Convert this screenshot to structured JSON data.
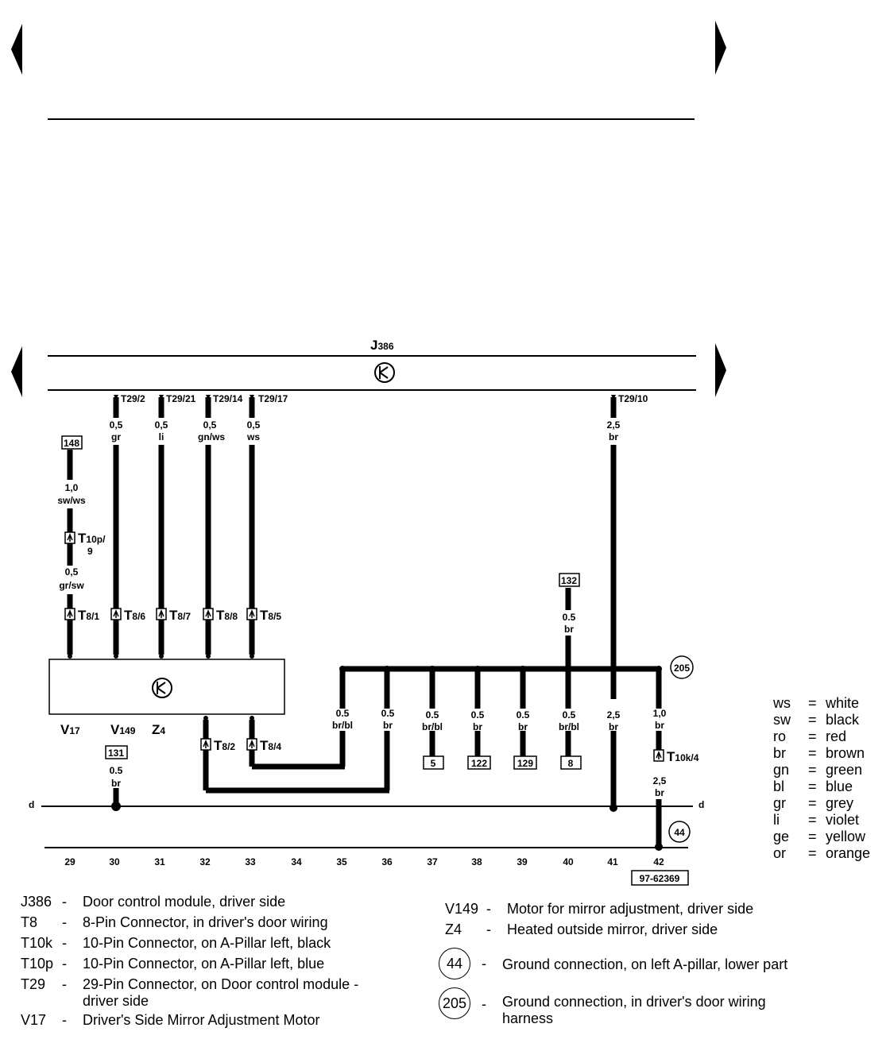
{
  "module": {
    "name": "J",
    "sub": "386"
  },
  "module_pins": [
    "T29/2",
    "T29/21",
    "T29/14",
    "T29/17",
    "T29/10"
  ],
  "wires": {
    "w30": [
      "0,5",
      "gr"
    ],
    "w31": [
      "0,5",
      "li"
    ],
    "w32": [
      "0,5",
      "gn/ws"
    ],
    "w33": [
      "0,5",
      "ws"
    ],
    "w41top": [
      "2,5",
      "br"
    ],
    "w29a": [
      "1,0",
      "sw/ws"
    ],
    "w29b": [
      "0,5",
      "gr/sw"
    ],
    "w40top": [
      "0.5",
      "br"
    ],
    "w35": [
      "0.5",
      "br/bl"
    ],
    "w36": [
      "0.5",
      "br"
    ],
    "w37": [
      "0.5",
      "br/bl"
    ],
    "w38": [
      "0.5",
      "br"
    ],
    "w39": [
      "0.5",
      "br"
    ],
    "w40": [
      "0.5",
      "br/bl"
    ],
    "w41": [
      "2,5",
      "br"
    ],
    "w42a": [
      "1,0",
      "br"
    ],
    "w42b": [
      "2,5",
      "br"
    ],
    "w30low": [
      "0.5",
      "br"
    ]
  },
  "connectors": {
    "t10p": {
      "main": "T",
      "sub": "10p/",
      "sub2": "9"
    },
    "t8_1": {
      "main": "T",
      "sub": "8/1"
    },
    "t8_6": {
      "main": "T",
      "sub": "8/6"
    },
    "t8_7": {
      "main": "T",
      "sub": "8/7"
    },
    "t8_8": {
      "main": "T",
      "sub": "8/8"
    },
    "t8_5": {
      "main": "T",
      "sub": "8/5"
    },
    "t8_2": {
      "main": "T",
      "sub": "8/2"
    },
    "t8_4": {
      "main": "T",
      "sub": "8/4"
    },
    "t10k": {
      "main": "T",
      "sub": "10k/4"
    }
  },
  "refs": {
    "r148": "148",
    "r132": "132",
    "r131": "131",
    "r5": "5",
    "r122": "122",
    "r129": "129",
    "r8": "8"
  },
  "grounds": {
    "g205": "205",
    "g44": "44"
  },
  "components": [
    {
      "main": "V",
      "sub": "17"
    },
    {
      "main": "V",
      "sub": "149"
    },
    {
      "main": "Z",
      "sub": "4"
    }
  ],
  "rail_label": "d",
  "track_numbers": [
    "29",
    "30",
    "31",
    "32",
    "33",
    "34",
    "35",
    "36",
    "37",
    "38",
    "39",
    "40",
    "41",
    "42"
  ],
  "diagram_id": "97-62369",
  "color_legend": [
    {
      "code": "ws",
      "color": "white"
    },
    {
      "code": "sw",
      "color": "black"
    },
    {
      "code": "ro",
      "color": "red"
    },
    {
      "code": "br",
      "color": "brown"
    },
    {
      "code": "gn",
      "color": "green"
    },
    {
      "code": "bl",
      "color": "blue"
    },
    {
      "code": "gr",
      "color": "grey"
    },
    {
      "code": "li",
      "color": "violet"
    },
    {
      "code": "ge",
      "color": "yellow"
    },
    {
      "code": "or",
      "color": "orange"
    }
  ],
  "key_left": [
    {
      "code": "J386",
      "desc": "Door control module, driver side"
    },
    {
      "code": "T8",
      "desc": "8-Pin Connector, in driver's door wiring"
    },
    {
      "code": "T10k",
      "desc": "10-Pin Connector, on A-Pillar left, black"
    },
    {
      "code": "T10p",
      "desc": "10-Pin Connector, on A-Pillar left, blue"
    },
    {
      "code": "T29",
      "desc": "29-Pin Connector, on Door control module - driver side"
    },
    {
      "code": "V17",
      "desc": "Driver's Side Mirror Adjustment Motor"
    }
  ],
  "key_right": [
    {
      "code": "V149",
      "desc": "Motor for mirror adjustment, driver side"
    },
    {
      "code": "Z4",
      "desc": "Heated outside mirror, driver side"
    }
  ],
  "key_grounds": [
    {
      "code": "44",
      "desc": "Ground connection, on left A-pillar, lower part"
    },
    {
      "code": "205",
      "desc": "Ground connection, in driver's door wiring harness"
    }
  ]
}
